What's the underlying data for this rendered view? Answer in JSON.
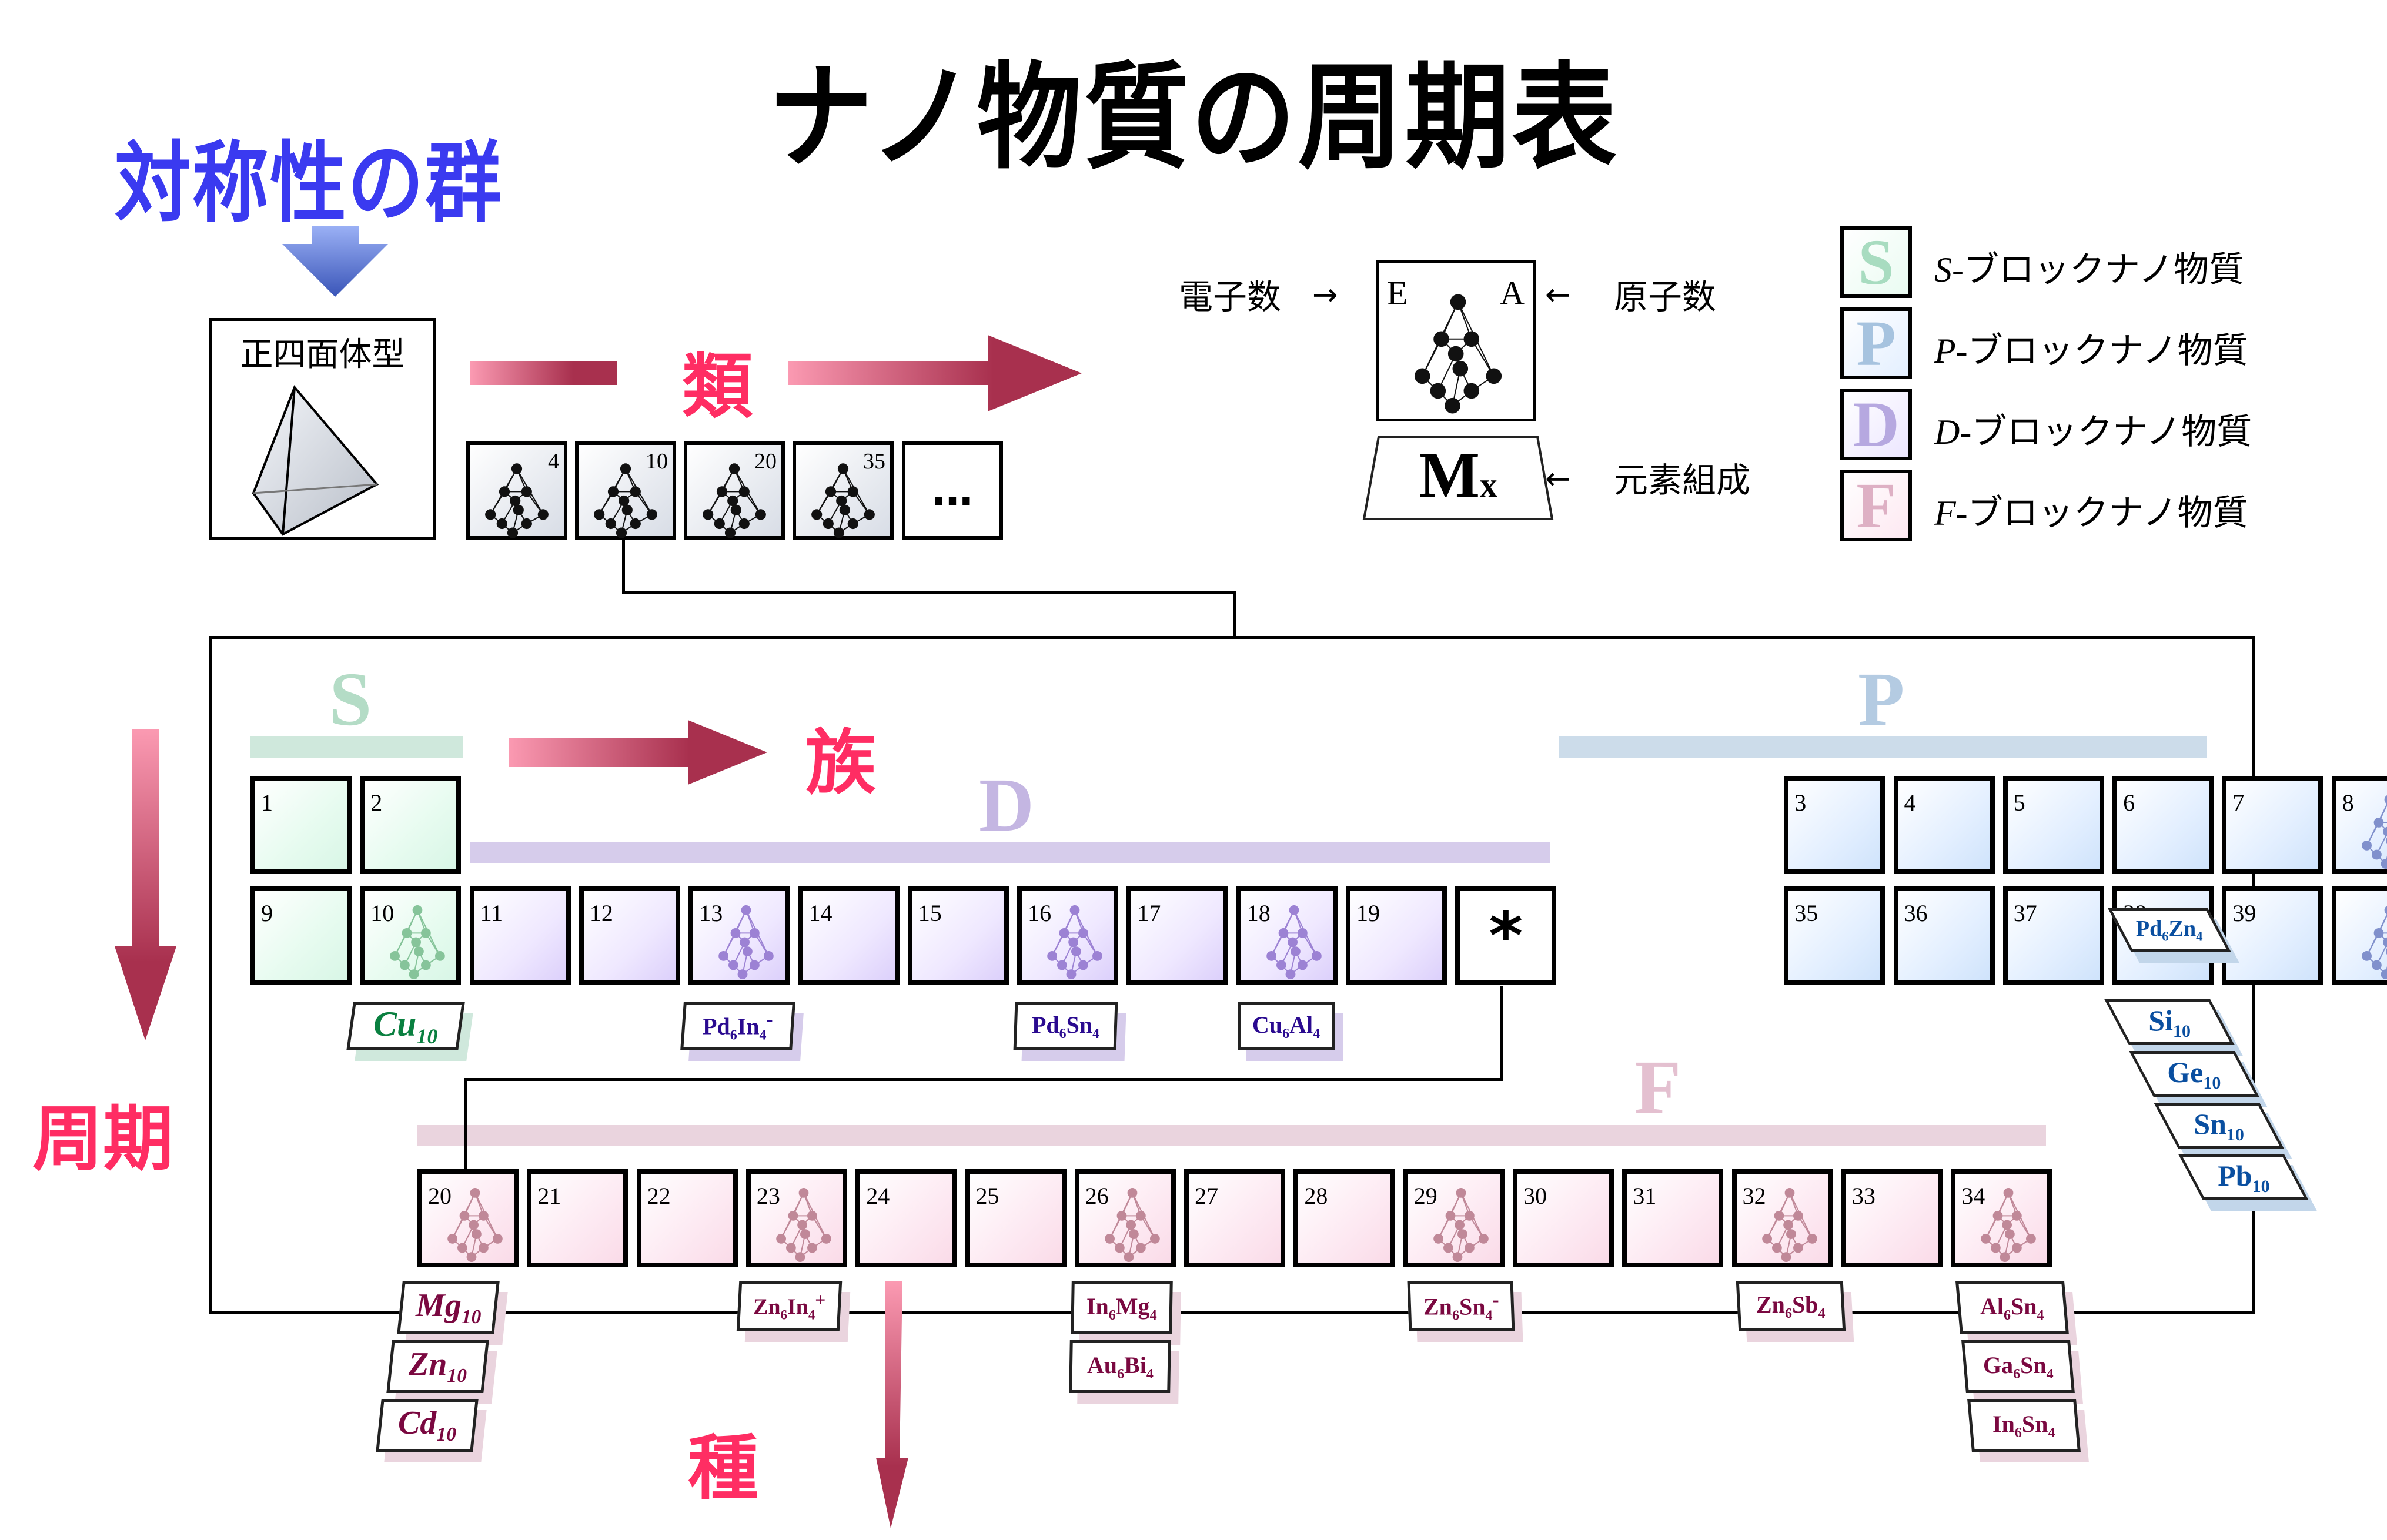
{
  "title": "ナノ物質の周期表",
  "symmetry_group": {
    "label": "対称性の群",
    "shape_label": "正四面体型",
    "arrow_color": "#3a5fd0"
  },
  "axes": {
    "class_label": "類",
    "family_label": "族",
    "period_label": "周期",
    "species_label": "種",
    "accent_color": "#ff2d63",
    "arrow_dark": "#a8304e",
    "arrow_light": "#fb9ab2"
  },
  "class_series": [
    {
      "atoms": "4"
    },
    {
      "atoms": "10"
    },
    {
      "atoms": "20"
    },
    {
      "atoms": "35"
    },
    {
      "atoms": "…"
    }
  ],
  "key": {
    "electron_label": "電子数",
    "atom_label": "原子数",
    "composition_label": "元素組成",
    "e_symbol": "E",
    "a_symbol": "A",
    "formula": "M",
    "formula_sub": "x"
  },
  "legend": [
    {
      "letter": "S",
      "prefix": "S-",
      "text": "ブロックナノ物質",
      "color": "#a8dcc0",
      "bg": "#e9fbf1"
    },
    {
      "letter": "P",
      "prefix": "P-",
      "text": "ブロックナノ物質",
      "color": "#a6c3df",
      "bg": "#e3efff"
    },
    {
      "letter": "D",
      "prefix": "D-",
      "text": "ブロックナノ物質",
      "color": "#b6a8e0",
      "bg": "#ece6ff"
    },
    {
      "letter": "F",
      "prefix": "F-",
      "text": "ブロックナノ物質",
      "color": "#deb0c4",
      "bg": "#fde8f1"
    }
  ],
  "blocks": {
    "S": {
      "letter": "S",
      "bar_color": "#cfe8dc",
      "letter_color": "#b4dcc6"
    },
    "D": {
      "letter": "D",
      "bar_color": "#d6cceb",
      "letter_color": "#c4b6e2"
    },
    "P": {
      "letter": "P",
      "bar_color": "#ccdcea",
      "letter_color": "#b4cbe2"
    },
    "F": {
      "letter": "F",
      "bar_color": "#ead4de",
      "letter_color": "#e4c0d0"
    }
  },
  "row1": {
    "s": [
      "1",
      "2"
    ],
    "p": [
      "3",
      "4",
      "5",
      "6",
      "7",
      "8"
    ]
  },
  "row2": {
    "s": [
      "9",
      "10"
    ],
    "d": [
      "11",
      "12",
      "13",
      "14",
      "15",
      "16",
      "17",
      "18",
      "19"
    ],
    "star": "*",
    "p": [
      "35",
      "36",
      "37",
      "38",
      "39",
      ""
    ]
  },
  "f_row": [
    "20",
    "21",
    "22",
    "23",
    "24",
    "25",
    "26",
    "27",
    "28",
    "29",
    "30",
    "31",
    "32",
    "33",
    "34"
  ],
  "clusters_shown": [
    "8",
    "10",
    "13",
    "16",
    "18",
    "20",
    "23",
    "26",
    "29",
    "32",
    "34",
    "40"
  ],
  "compounds": {
    "cu10": {
      "base": "Cu",
      "sub": "10"
    },
    "pd6in4": {
      "a": "Pd",
      "a_sub": "6",
      "b": "In",
      "b_sub": "4",
      "charge": "-"
    },
    "pd6sn4": {
      "a": "Pd",
      "a_sub": "6",
      "b": "Sn",
      "b_sub": "4"
    },
    "cu6al4": {
      "a": "Cu",
      "a_sub": "6",
      "b": "Al",
      "b_sub": "4"
    },
    "pd6zn4": {
      "a": "Pd",
      "a_sub": "6",
      "b": "Zn",
      "b_sub": "4"
    },
    "p_stack": [
      {
        "base": "Si",
        "sub": "10"
      },
      {
        "base": "Ge",
        "sub": "10"
      },
      {
        "base": "Sn",
        "sub": "10"
      },
      {
        "base": "Pb",
        "sub": "10"
      }
    ],
    "f_stack_20": [
      {
        "base": "Mg",
        "sub": "10"
      },
      {
        "base": "Zn",
        "sub": "10"
      },
      {
        "base": "Cd",
        "sub": "10"
      }
    ],
    "zn6in4": {
      "a": "Zn",
      "a_sub": "6",
      "b": "In",
      "b_sub": "4",
      "charge": "+"
    },
    "f_stack_26": [
      {
        "a": "In",
        "a_sub": "6",
        "b": "Mg",
        "b_sub": "4"
      },
      {
        "a": "Au",
        "a_sub": "6",
        "b": "Bi",
        "b_sub": "4"
      }
    ],
    "zn6sn4": {
      "a": "Zn",
      "a_sub": "6",
      "b": "Sn",
      "b_sub": "4",
      "charge": "-"
    },
    "zn6sb4": {
      "a": "Zn",
      "a_sub": "6",
      "b": "Sb",
      "b_sub": "4"
    },
    "f_stack_34": [
      {
        "a": "Al",
        "a_sub": "6",
        "b": "Sn",
        "b_sub": "4"
      },
      {
        "a": "Ga",
        "a_sub": "6",
        "b": "Sn",
        "b_sub": "4"
      },
      {
        "a": "In",
        "a_sub": "6",
        "b": "Sn",
        "b_sub": "4"
      }
    ]
  },
  "colors": {
    "s_text": "#0a8040",
    "d_text": "#2a0a90",
    "p_text": "#0a4fa0",
    "f_text": "#7a0840",
    "s_cluster": "#86c49a",
    "d_cluster": "#9c82d4",
    "p_cluster": "#8090cc",
    "f_cluster": "#c08898"
  }
}
